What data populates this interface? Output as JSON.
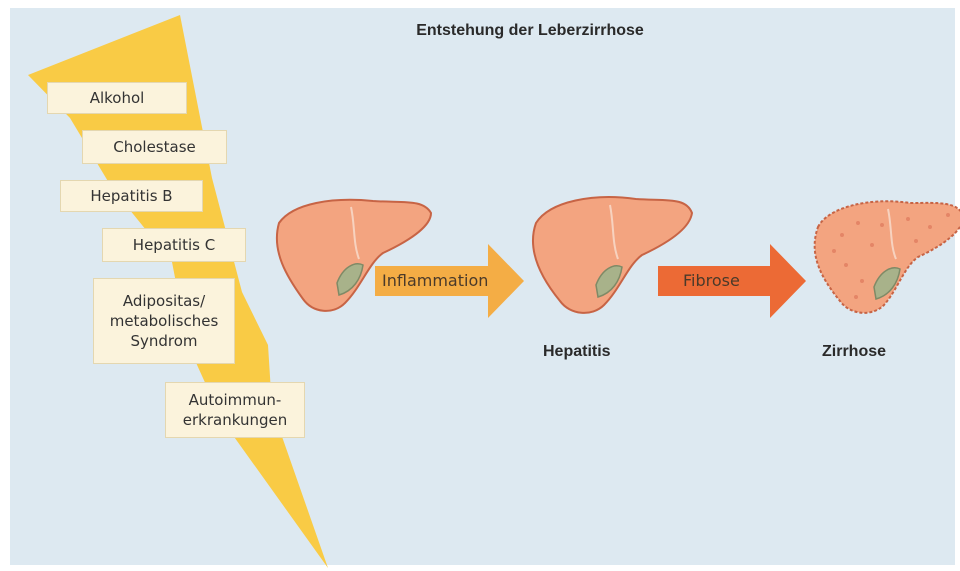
{
  "title": "Entstehung der Leberzirrhose",
  "causes": [
    "Alkohol",
    "Cholestase",
    "Hepatitis B",
    "Hepatitis C",
    "Adipositas/\nmetabolisches\nSyndrom",
    "Autoimmun-\nerkrankungen"
  ],
  "arrows": {
    "first": "Inflammation",
    "second": "Fibrose"
  },
  "stages": {
    "hepatitis": "Hepatitis",
    "cirrhosis": "Zirrhose"
  },
  "colors": {
    "background": "#dde9f1",
    "lightning": "#f9cb45",
    "cause_box": "#fbf3dc",
    "arrow_inflammation": "#f4ad45",
    "arrow_fibrosis": "#ec6a35",
    "liver_fill": "#f3a480",
    "liver_outline": "#c76445",
    "gallbladder": "#a8b28a"
  }
}
